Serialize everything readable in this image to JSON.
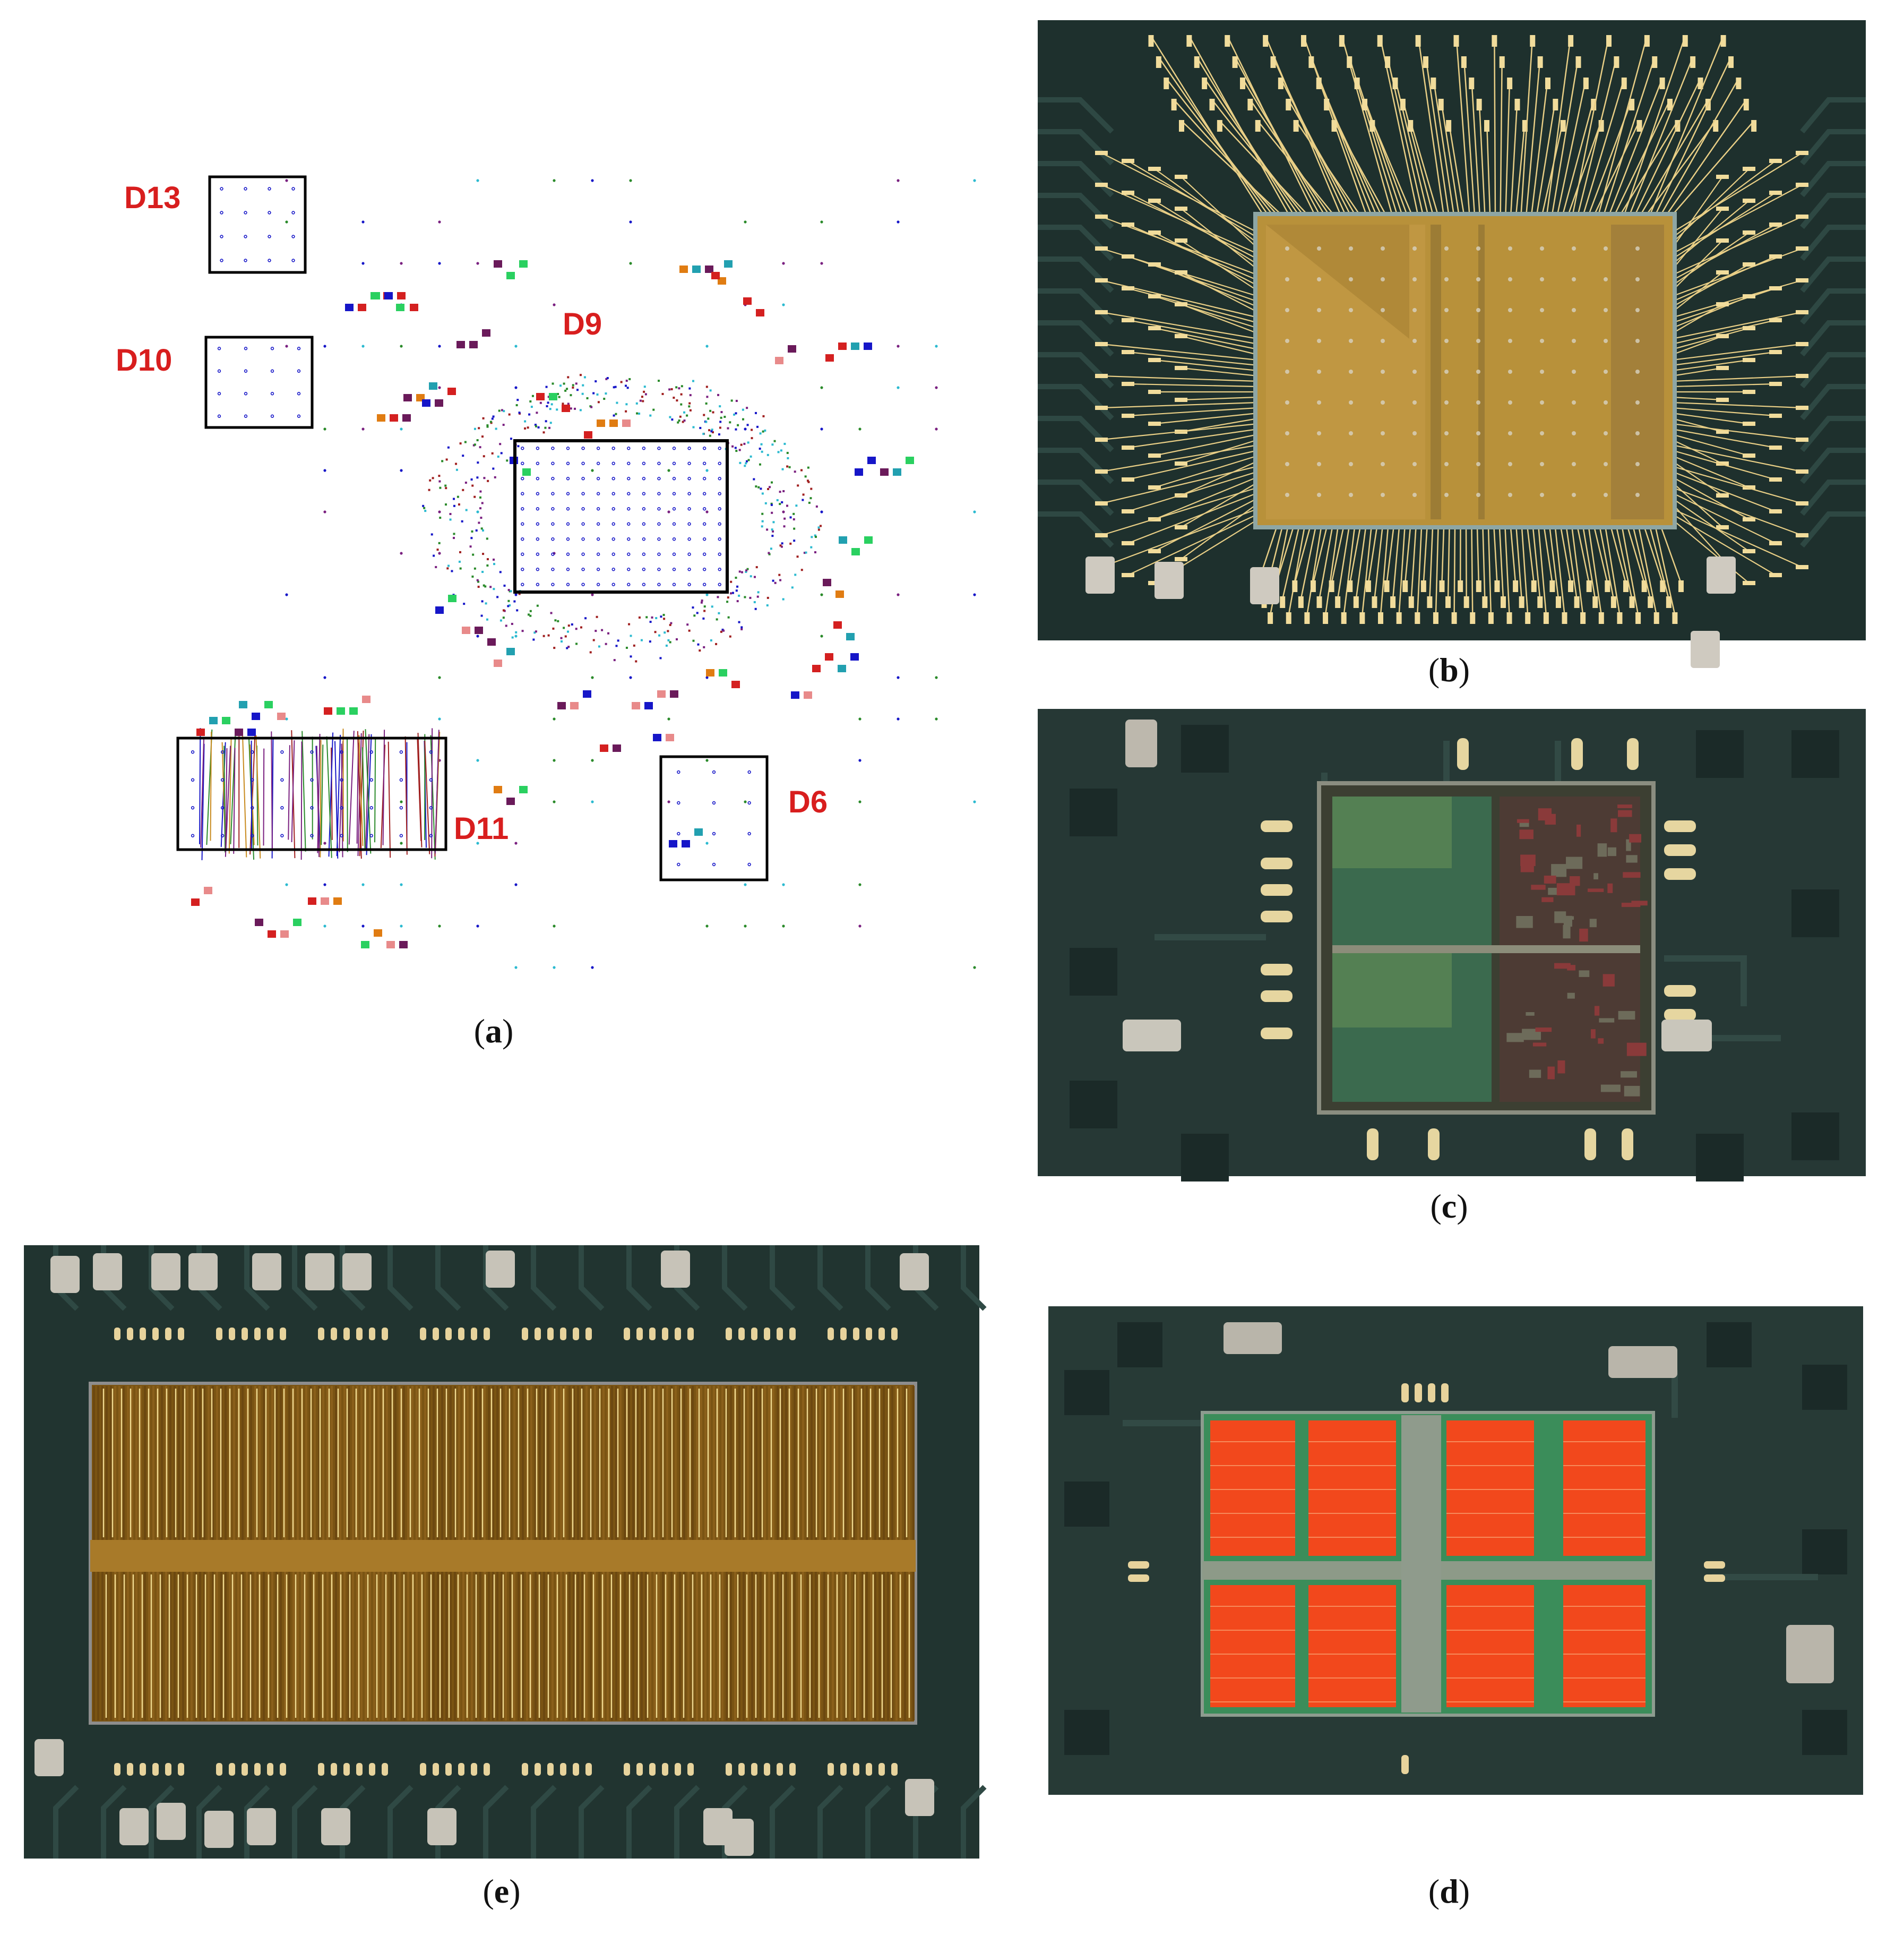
{
  "panels": {
    "a": {
      "caption": "a",
      "devices": [
        {
          "id": "d13",
          "label": "D13"
        },
        {
          "id": "d10",
          "label": "D10"
        },
        {
          "id": "d9",
          "label": "D9"
        },
        {
          "id": "d11",
          "label": "D11"
        },
        {
          "id": "d6",
          "label": "D6"
        }
      ]
    },
    "b": {
      "caption": "b"
    },
    "c": {
      "caption": "c"
    },
    "d": {
      "caption": "d"
    },
    "e": {
      "caption": "e"
    }
  },
  "colors": {
    "label_red": "#d81e1e",
    "pcb_green": "#1f3230",
    "die_gold": "#b8913a",
    "wire_gold": "#e9cf86",
    "die_red": "#f2481c",
    "pad_blue": "#1616c8"
  }
}
